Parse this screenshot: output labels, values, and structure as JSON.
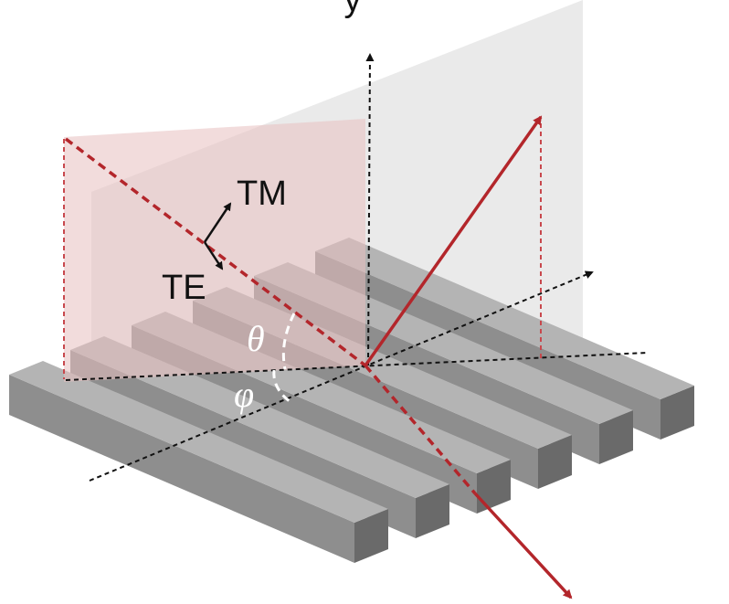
{
  "labels": {
    "top_axis": "y",
    "tm": "TM",
    "te": "TE",
    "theta": "θ",
    "phi": "φ"
  },
  "colors": {
    "beam": "#b3262b",
    "bar_top": "#b4b4b4",
    "bar_front": "#8e8e8e",
    "bar_end": "#6a6a6a",
    "plane_grey": "#d9d9d9",
    "plane_pink": "#e8c0c0",
    "axis": "#111111"
  },
  "grating": {
    "bar_count": 6
  }
}
